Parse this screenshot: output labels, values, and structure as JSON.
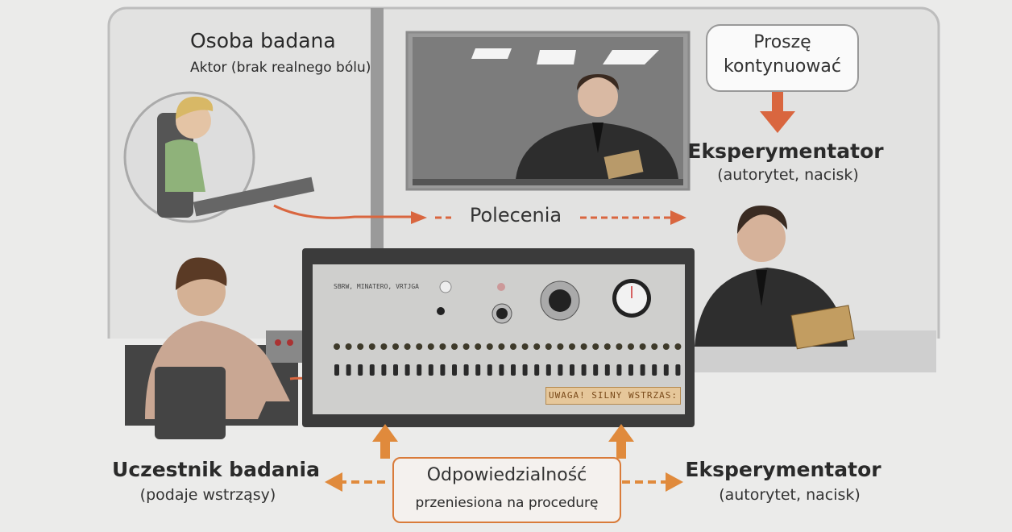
{
  "labels": {
    "subject_title": "Osoba badana",
    "subject_subtitle": "Aktor (brak realnego bólu)",
    "speech_bubble": "Proszę\nkontynuować",
    "speech_line1": "Proszę",
    "speech_line2": "kontynuować",
    "experimenter_top_title": "Eksperymentator",
    "experimenter_top_subtitle": "(autorytet, nacisk)",
    "commands": "Polecenia",
    "participant_title": "Uczestnik badania",
    "participant_subtitle": "(podaje wstrząsy)",
    "responsibility_title": "Odpowiedzialność",
    "responsibility_subtitle": "przeniesiona na procedurę",
    "experimenter_bottom_title": "Eksperymentator",
    "experimenter_bottom_subtitle": "(autorytet, nacisk)"
  },
  "machine": {
    "header": "SBRW, MINATERO, VRTJGA",
    "warning": "UWAGA! SILNY WSTRZAS:",
    "switch_count": 30
  },
  "colors": {
    "accent": "#d9663f",
    "orange": "#e08a3c",
    "background": "#ebebea"
  }
}
